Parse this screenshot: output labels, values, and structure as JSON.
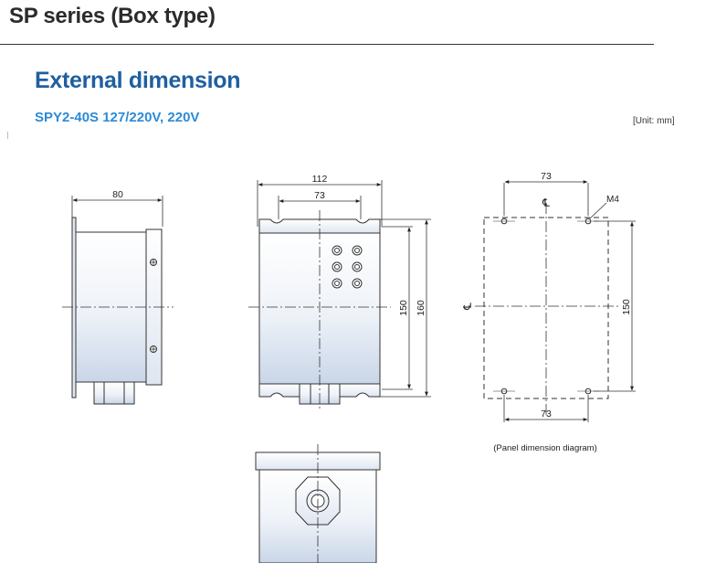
{
  "header": {
    "series_title": "SP series (Box type)"
  },
  "section": {
    "title": "External dimension",
    "model": "SPY2-40S 127/220V, 220V",
    "unit": "[Unit: mm]"
  },
  "drawing": {
    "side_view": {
      "width_dim": "80"
    },
    "front_view": {
      "overall_width_dim": "112",
      "hole_pitch_dim": "73",
      "height_dim_150": "150",
      "height_dim_160": "160"
    },
    "panel_view": {
      "top_dim": "73",
      "bottom_dim": "73",
      "height_dim": "150",
      "hole_label": "M4",
      "centerline_symbol": "℄",
      "caption": "(Panel dimension diagram)"
    }
  },
  "colors": {
    "section_title": "#1f5fa0",
    "model_label": "#2d8ad6",
    "body_gradient_top": "#ffffff",
    "body_gradient_bottom": "#c9d6e8"
  }
}
